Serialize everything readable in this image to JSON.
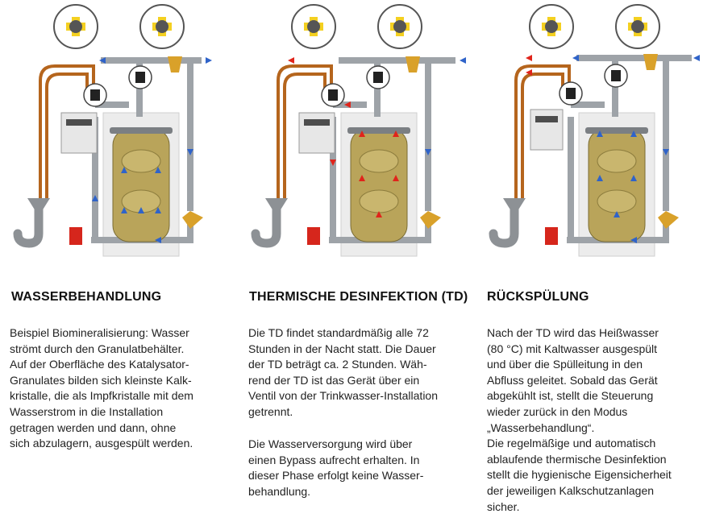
{
  "panels": [
    {
      "heading": "WASSERBEHANDLUNG",
      "paragraphs": [
        "Beispiel Biomineralisierung: Wasser\nströmt durch den Granulatbehälter.\nAuf der Oberfläche des Katalysator-\nGranulates bilden sich kleinste Kalk-\nkristalle, die als Impfkristalle mit dem\nWasserstrom in die Installation\ngetragen werden und dann, ohne\nsich abzulagern, ausgespült werden."
      ]
    },
    {
      "heading": "THERMISCHE DESINFEKTION (TD)",
      "paragraphs": [
        "Die TD findet standardmäßig alle 72\nStunden in der Nacht statt. Die Dauer\nder TD beträgt ca. 2 Stunden. Wäh-\nrend der TD ist das Gerät über ein\nVentil von der Trinkwasser-Installation\ngetrennt.",
        "Die Wasserversorgung wird über\neinen Bypass aufrecht erhalten. In\ndieser Phase erfolgt keine Wasser-\nbehandlung."
      ]
    },
    {
      "heading": "RÜCKSPÜLUNG",
      "paragraphs": [
        "Nach der TD wird das Heißwasser\n(80 °C) mit Kaltwasser ausgespült\nund über die Spülleitung in den\nAbfluss geleitet. Sobald das Gerät\nabgekühlt ist, stellt die Steuerung\nwieder zurück in den Modus\n„Wasserbehandlung“.\nDie regelmäßige und automatisch\nablaufende thermische Desinfektion\nstellt die hygienische Eigensicherheit\nder jeweiligen Kalkschutzanlagen\nsicher."
      ]
    }
  ],
  "colors": {
    "cold_flow": "#2f63c9",
    "hot_flow": "#e0241b",
    "pipe": "#9ea3a8",
    "tank": "#b9a45a",
    "valve": "#d9a12a"
  }
}
